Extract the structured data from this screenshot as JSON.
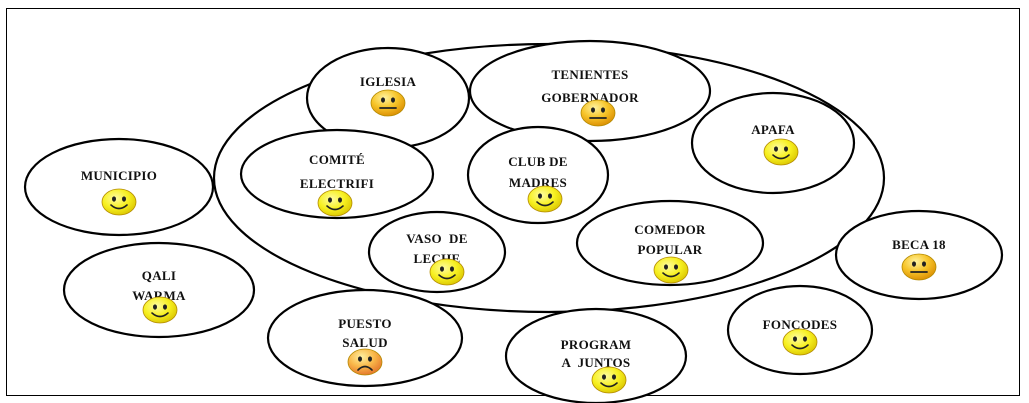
{
  "diagram": {
    "colors": {
      "face_happy": "#f7f020",
      "face_neutral": "#f2b50f",
      "face_sad": "#f7a23a",
      "outline": "#000000"
    },
    "nodes": [
      {
        "id": "iglesia",
        "lines": [
          "IGLESIA"
        ],
        "face": "neutral"
      },
      {
        "id": "tenientes",
        "lines": [
          "TENIENTES",
          "GOBERNADOR"
        ],
        "face": "neutral"
      },
      {
        "id": "apafa",
        "lines": [
          "APAFA"
        ],
        "face": "happy"
      },
      {
        "id": "comite",
        "lines": [
          "COMITÉ",
          "ELECTRIFI"
        ],
        "face": "happy"
      },
      {
        "id": "club",
        "lines": [
          "CLUB DE",
          "MADRES"
        ],
        "face": "happy"
      },
      {
        "id": "vaso",
        "lines": [
          "VASO  DE",
          "LECHE"
        ],
        "face": "happy"
      },
      {
        "id": "comedor",
        "lines": [
          "COMEDOR",
          "POPULAR"
        ],
        "face": "happy"
      },
      {
        "id": "municipio",
        "lines": [
          "MUNICIPIO"
        ],
        "face": "happy"
      },
      {
        "id": "beca",
        "lines": [
          "BECA 18"
        ],
        "face": "neutral"
      },
      {
        "id": "qali",
        "lines": [
          "QALI",
          "WARMA"
        ],
        "face": "happy"
      },
      {
        "id": "puesto",
        "lines": [
          "PUESTO",
          "SALUD"
        ],
        "face": "sad"
      },
      {
        "id": "programa",
        "lines": [
          "PROGRAM",
          "A  JUNTOS"
        ],
        "face": "happy"
      },
      {
        "id": "foncodes",
        "lines": [
          "FONCODES"
        ],
        "face": "happy"
      }
    ]
  }
}
